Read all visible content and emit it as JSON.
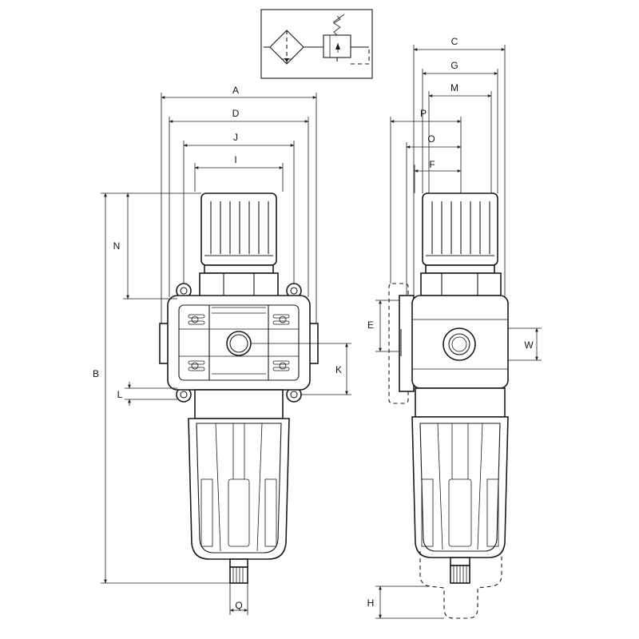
{
  "labels": {
    "A": "A",
    "D": "D",
    "J": "J",
    "I": "I",
    "N": "N",
    "B": "B",
    "K": "K",
    "L": "L",
    "Q": "Q",
    "C": "C",
    "G": "G",
    "M": "M",
    "P": "P",
    "O": "O",
    "F": "F",
    "E": "E",
    "W": "W",
    "H": "H"
  }
}
